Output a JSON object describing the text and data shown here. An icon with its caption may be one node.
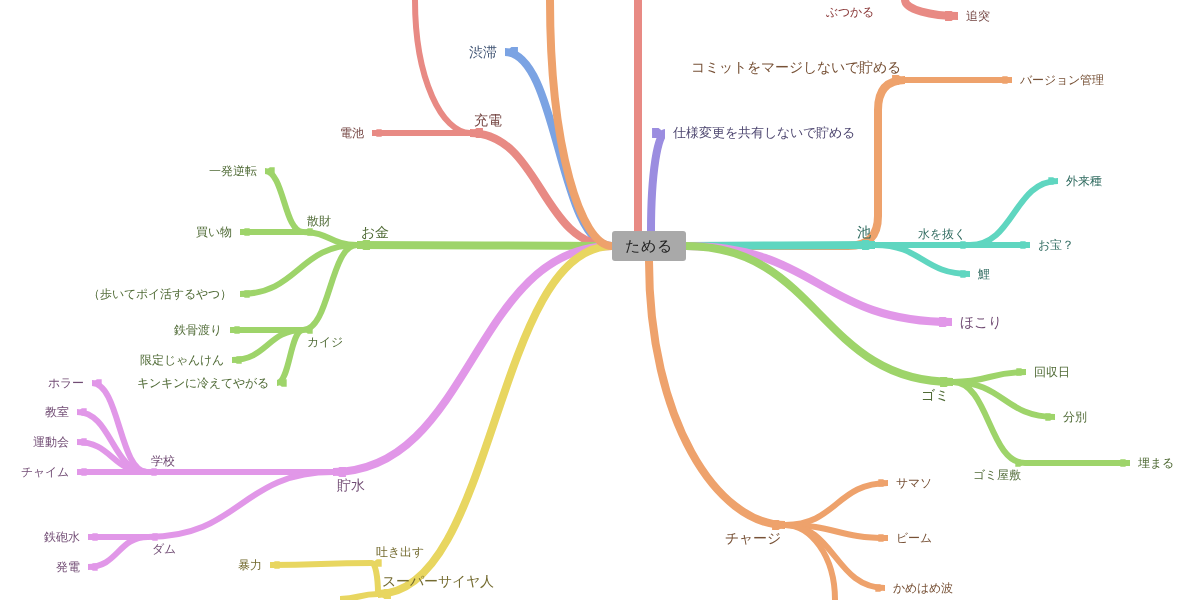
{
  "diagram": {
    "nodes": [
      {
        "text": [
          "ためる"
        ]
      },
      {
        "text": [
          "コミットをマージしないで貯める"
        ]
      },
      {
        "text": [
          "バージョン管理"
        ]
      },
      {
        "text": [
          "仕様変更を共有しないで貯める"
        ]
      },
      {
        "text": [
          "池"
        ]
      },
      {
        "text": [
          "水を抜く"
        ]
      },
      {
        "text": [
          "外来種"
        ]
      },
      {
        "text": [
          "お宝？"
        ]
      },
      {
        "text": [
          "鯉"
        ]
      },
      {
        "text": [
          "ほこり"
        ]
      },
      {
        "text": [
          "ゴミ"
        ]
      },
      {
        "text": [
          "回収日"
        ]
      },
      {
        "text": [
          "分別"
        ]
      },
      {
        "text": [
          "ゴミ屋敷"
        ]
      },
      {
        "text": [
          "埋まる"
        ]
      },
      {
        "text": [
          "チャージ"
        ]
      },
      {
        "text": [
          "サマソ"
        ]
      },
      {
        "text": [
          "ビーム"
        ]
      },
      {
        "text": [
          "かめはめ波"
        ]
      },
      {
        "text": [
          "ぶつかる"
        ]
      },
      {
        "text": [
          "追突"
        ]
      },
      {
        "text": [
          "渋滞"
        ]
      },
      {
        "text": [
          "充電"
        ]
      },
      {
        "text": [
          "電池"
        ]
      },
      {
        "text": [
          "お金"
        ]
      },
      {
        "text": [
          "散財"
        ]
      },
      {
        "text": [
          "一発逆転"
        ]
      },
      {
        "text": [
          "買い物"
        ]
      },
      {
        "text": [
          "（歩いてポイ活するやつ）"
        ]
      },
      {
        "text": [
          "カイジ"
        ]
      },
      {
        "text": [
          "鉄骨渡り"
        ]
      },
      {
        "text": [
          "限定じゃんけん"
        ]
      },
      {
        "text": [
          "キンキンに冷えてやがる"
        ]
      },
      {
        "text": [
          "貯水"
        ]
      },
      {
        "text": [
          "学校"
        ]
      },
      {
        "text": [
          "ホラー"
        ]
      },
      {
        "text": [
          "教室"
        ]
      },
      {
        "text": [
          "運動会"
        ]
      },
      {
        "text": [
          "チャイム"
        ]
      },
      {
        "text": [
          "ダム"
        ]
      },
      {
        "text": [
          "鉄砲水"
        ]
      },
      {
        "text": [
          "発電"
        ]
      },
      {
        "text": [
          "スーパーサイヤ人"
        ]
      },
      {
        "text": [
          "吐き出す"
        ]
      },
      {
        "text": [
          "暴力"
        ]
      }
    ],
    "edges": [
      {
        "from": 0,
        "to": 1,
        "arrow": "to",
        "color": "#eea26c"
      },
      {
        "from": 1,
        "to": 2,
        "arrow": "to",
        "color": "#eea26c"
      },
      {
        "from": 0,
        "to": 3,
        "arrow": "to",
        "color": "#9b8de0"
      },
      {
        "from": 0,
        "to": 4,
        "arrow": "to",
        "color": "#5fd6c0"
      },
      {
        "from": 4,
        "to": 5,
        "arrow": "to",
        "color": "#5fd6c0"
      },
      {
        "from": 5,
        "to": 6,
        "arrow": "to",
        "color": "#5fd6c0"
      },
      {
        "from": 5,
        "to": 7,
        "arrow": "to",
        "color": "#5fd6c0"
      },
      {
        "from": 4,
        "to": 8,
        "arrow": "to",
        "color": "#5fd6c0"
      },
      {
        "from": 0,
        "to": 9,
        "arrow": "to",
        "color": "#e197e8"
      },
      {
        "from": 0,
        "to": 10,
        "arrow": "to",
        "color": "#9ed46a"
      },
      {
        "from": 10,
        "to": 11,
        "arrow": "to",
        "color": "#9ed46a"
      },
      {
        "from": 10,
        "to": 12,
        "arrow": "to",
        "color": "#9ed46a"
      },
      {
        "from": 10,
        "to": 13,
        "arrow": "to",
        "color": "#9ed46a"
      },
      {
        "from": 13,
        "to": 14,
        "arrow": "to",
        "color": "#9ed46a"
      },
      {
        "from": 0,
        "to": 15,
        "arrow": "to",
        "color": "#eea26c"
      },
      {
        "from": 15,
        "to": 16,
        "arrow": "to",
        "color": "#eea26c"
      },
      {
        "from": 15,
        "to": 17,
        "arrow": "to",
        "color": "#eea26c"
      },
      {
        "from": 15,
        "to": 18,
        "arrow": "to",
        "color": "#eea26c"
      },
      {
        "from": 15,
        "to": null,
        "arrow": "none",
        "color": "#eea26c"
      },
      {
        "from": 0,
        "to": null,
        "arrow": "none",
        "color": "#e88a84"
      },
      {
        "from": null,
        "to": 20,
        "arrow": "to",
        "color": "#e88a84"
      },
      {
        "from": 0,
        "to": 21,
        "arrow": "to",
        "color": "#7ba3e3"
      },
      {
        "from": 0,
        "to": 22,
        "arrow": "to",
        "color": "#e88a84"
      },
      {
        "from": 22,
        "to": 23,
        "arrow": "to",
        "color": "#e88a84"
      },
      {
        "from": 22,
        "to": null,
        "arrow": "none",
        "color": "#e88a84"
      },
      {
        "from": 0,
        "to": 24,
        "arrow": "to",
        "color": "#9ed46a"
      },
      {
        "from": 25,
        "to": 26,
        "arrow": "to",
        "color": "#9ed46a"
      },
      {
        "from": 24,
        "to": 25,
        "arrow": "to",
        "color": "#9ed46a"
      },
      {
        "from": 25,
        "to": 27,
        "arrow": "to",
        "color": "#9ed46a"
      },
      {
        "from": 24,
        "to": 28,
        "arrow": "to",
        "color": "#9ed46a"
      },
      {
        "from": 24,
        "to": 29,
        "arrow": "to",
        "color": "#9ed46a"
      },
      {
        "from": 29,
        "to": 30,
        "arrow": "to",
        "color": "#9ed46a"
      },
      {
        "from": 29,
        "to": 31,
        "arrow": "to",
        "color": "#9ed46a"
      },
      {
        "from": 29,
        "to": 32,
        "arrow": "to",
        "color": "#9ed46a"
      },
      {
        "from": 0,
        "to": 33,
        "arrow": "to",
        "color": "#e197e8"
      },
      {
        "from": 33,
        "to": 34,
        "arrow": "to",
        "color": "#e197e8"
      },
      {
        "from": 34,
        "to": 35,
        "arrow": "to",
        "color": "#e197e8"
      },
      {
        "from": 34,
        "to": 36,
        "arrow": "to",
        "color": "#e197e8"
      },
      {
        "from": 34,
        "to": 37,
        "arrow": "to",
        "color": "#e197e8"
      },
      {
        "from": 34,
        "to": 38,
        "arrow": "to",
        "color": "#e197e8"
      },
      {
        "from": 33,
        "to": 39,
        "arrow": "to",
        "color": "#e197e8"
      },
      {
        "from": 39,
        "to": 40,
        "arrow": "to",
        "color": "#e197e8"
      },
      {
        "from": 39,
        "to": 41,
        "arrow": "to",
        "color": "#e197e8"
      },
      {
        "from": 0,
        "to": 42,
        "arrow": "to",
        "color": "#e8d660"
      },
      {
        "from": 42,
        "to": 43,
        "arrow": "to",
        "color": "#e8d660"
      },
      {
        "from": 43,
        "to": 44,
        "arrow": "to",
        "color": "#e8d660"
      },
      {
        "from": 42,
        "to": null,
        "arrow": "none",
        "color": "#e8d660"
      },
      {
        "from": 0,
        "to": null,
        "arrow": "none",
        "color": "#eea26c"
      }
    ]
  }
}
